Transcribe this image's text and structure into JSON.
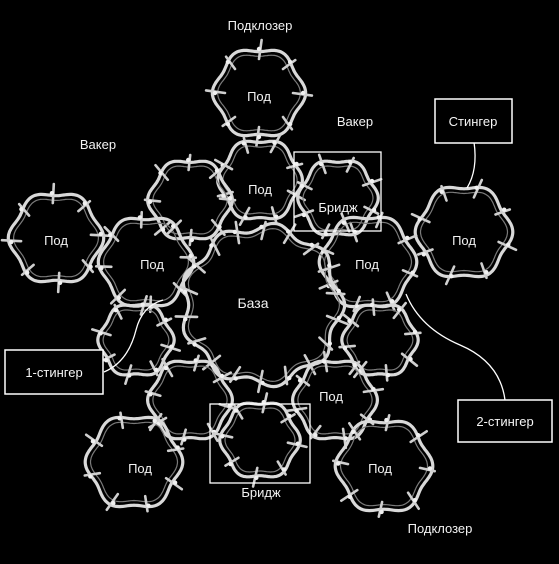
{
  "labels": {
    "podcloser_top": "Подклозер",
    "pod_top": "Под",
    "vaker_right": "Вакер",
    "vaker_left": "Вакер",
    "pod_center_upper": "Под",
    "pod_left": "Под",
    "pod_inner_left": "Под",
    "pod_inner_right": "Под",
    "base": "База",
    "bridge_upper": "Бридж",
    "stinger_pod": "Под",
    "pod_lower_left": "Под",
    "pod_lower_right": "Под",
    "pod_lower_right_label": "Под",
    "bridge_lower": "Бридж",
    "podcloser_bottom": "Подклозер"
  },
  "callouts": {
    "stinger": "Стингер",
    "stinger_1": "1-стингер",
    "stinger_2": "2-стингер"
  },
  "colors": {
    "background": "#000000",
    "structure": "#d9d9d9",
    "text": "#f2f2f2"
  }
}
